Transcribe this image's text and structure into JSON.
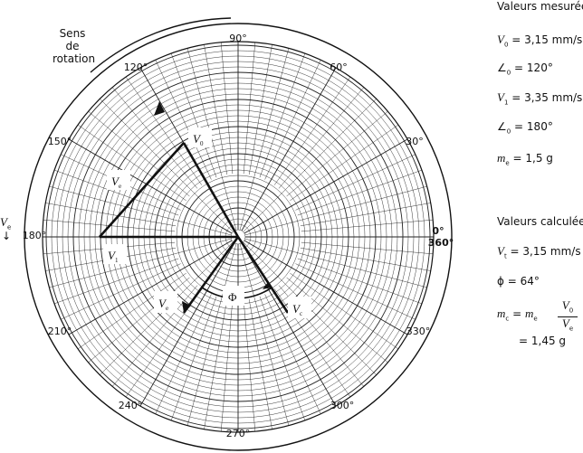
{
  "rotation_label": [
    "Sens",
    "de",
    "rotation"
  ],
  "angle_labels": {
    "a0": "0°",
    "a360": "360°",
    "a30": "30°",
    "a60": "60°",
    "a90": "90°",
    "a120": "120°",
    "a150": "150°",
    "a180": "180°",
    "a210": "210°",
    "a240": "240°",
    "a270": "270°",
    "a300": "300°",
    "a330": "330°"
  },
  "vector_labels": {
    "v0": "V",
    "v0_sub": "0",
    "v1": "V",
    "v1_sub": "1",
    "ve_upper": "V",
    "ve_upper_sub": "e",
    "ve_lower": "V",
    "ve_lower_sub": "e",
    "vc": "V",
    "vc_sub": "c",
    "phi": "Φ",
    "ve_side": "V",
    "ve_side_sub": "e"
  },
  "measured": {
    "title": "Valeurs mesurées",
    "v0": "V",
    "v0_sub": "0",
    "v0_value": " = 3,15 mm/s",
    "angle0": "∠",
    "angle0_sub": "0",
    "angle0_value": " = 120°",
    "v1": "V",
    "v1_sub": "1",
    "v1_value": " = 3,35 mm/s",
    "angle1": "∠",
    "angle1_sub": "0",
    "angle1_value": " = 180°",
    "me": "m",
    "me_sub": "e",
    "me_value": " = 1,5 g"
  },
  "calculated": {
    "title": "Valeurs calculées",
    "vt": "V",
    "vt_sub": "t",
    "vt_value": " = 3,15 mm/s",
    "phi_line": "ϕ = 64°",
    "mc": "m",
    "mc_sub": "c",
    "mc_eq": " = ",
    "me": "m",
    "me_sub": "e",
    "frac_num": "V",
    "frac_num_sub": "0",
    "frac_den": "V",
    "frac_den_sub": "e",
    "mc_result": "= 1,45 g"
  },
  "chart_data": {
    "type": "polar-diagram",
    "angle_ticks_deg": [
      0,
      30,
      60,
      90,
      120,
      150,
      180,
      210,
      240,
      270,
      300,
      330
    ],
    "vectors": [
      {
        "label": "V0",
        "angle_deg": 120,
        "magnitude": 3.15
      },
      {
        "label": "V1",
        "angle_deg": 180,
        "magnitude": 3.35
      }
    ]
  }
}
